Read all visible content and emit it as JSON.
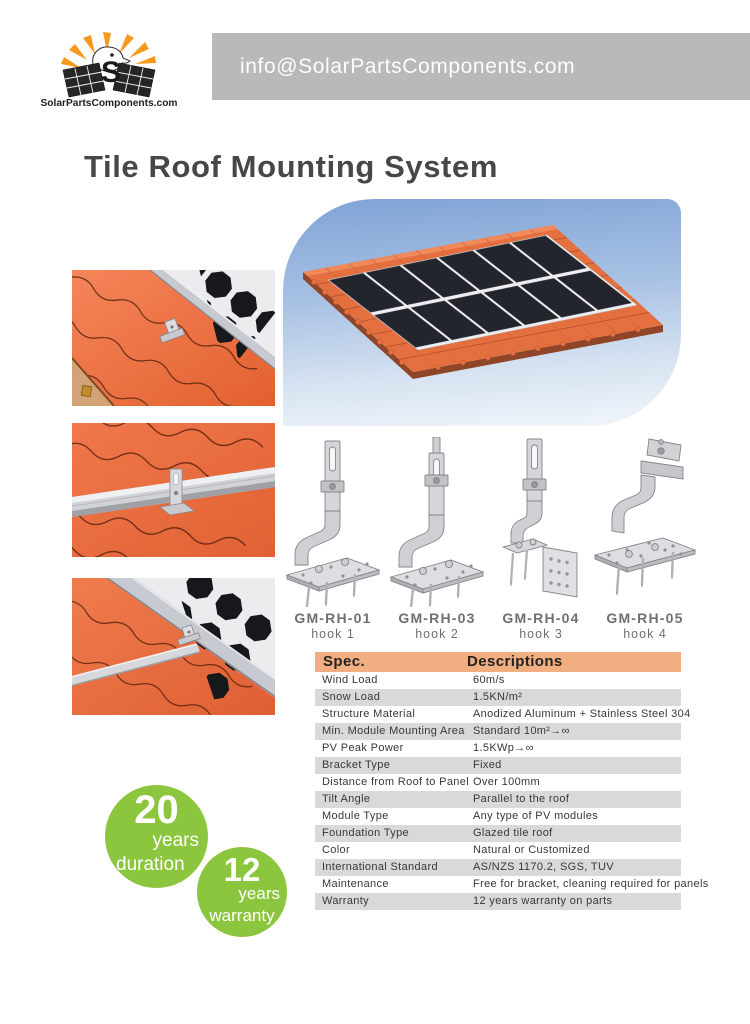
{
  "logo": {
    "caption": "SolarPartsComponents.com",
    "letter": "S"
  },
  "header": {
    "email": "info@SolarPartsComponents.com"
  },
  "title": "Tile Roof Mounting System",
  "products": [
    {
      "model": "GM-RH-01",
      "name": "hook 1"
    },
    {
      "model": "GM-RH-03",
      "name": "hook 2"
    },
    {
      "model": "GM-RH-04",
      "name": "hook 3"
    },
    {
      "model": "GM-RH-05",
      "name": "hook 4"
    }
  ],
  "spec_table": {
    "headers": {
      "spec": "Spec.",
      "descriptions": "Descriptions"
    },
    "rows": [
      {
        "label": "Wind Load",
        "value": "60m/s"
      },
      {
        "label": "Snow Load",
        "value": "1.5KN/m²"
      },
      {
        "label": "Structure Material",
        "value": "Anodized Aluminum + Stainless Steel 304"
      },
      {
        "label": "Min. Module Mounting Area",
        "value": "Standard 10m²→∞"
      },
      {
        "label": "PV Peak Power",
        "value": "1.5KWp→∞"
      },
      {
        "label": "Bracket Type",
        "value": "Fixed"
      },
      {
        "label": "Distance from Roof to Panel",
        "value": "Over 100mm"
      },
      {
        "label": "Tilt Angle",
        "value": "Parallel to the roof"
      },
      {
        "label": "Module Type",
        "value": "Any type of PV modules"
      },
      {
        "label": "Foundation Type",
        "value": "Glazed tile roof"
      },
      {
        "label": "Color",
        "value": "Natural or Customized"
      },
      {
        "label": "International Standard",
        "value": "AS/NZS 1170.2, SGS, TUV"
      },
      {
        "label": "Maintenance",
        "value": "Free for bracket, cleaning required for panels"
      },
      {
        "label": "Warranty",
        "value": "12 years warranty on parts"
      }
    ]
  },
  "badges": [
    {
      "number": "20",
      "unit": "years",
      "label": "duration"
    },
    {
      "number": "12",
      "unit": "years",
      "label": "warranty"
    }
  ],
  "colors": {
    "header_bar_gray": "#b9b9b9",
    "table_header_orange": "#f0ae81",
    "row_alt_gray": "#d9d9d9",
    "badge_green": "#8cc63f",
    "tile_orange": "#e4703f",
    "sky_blue": "#7fa3d6"
  }
}
